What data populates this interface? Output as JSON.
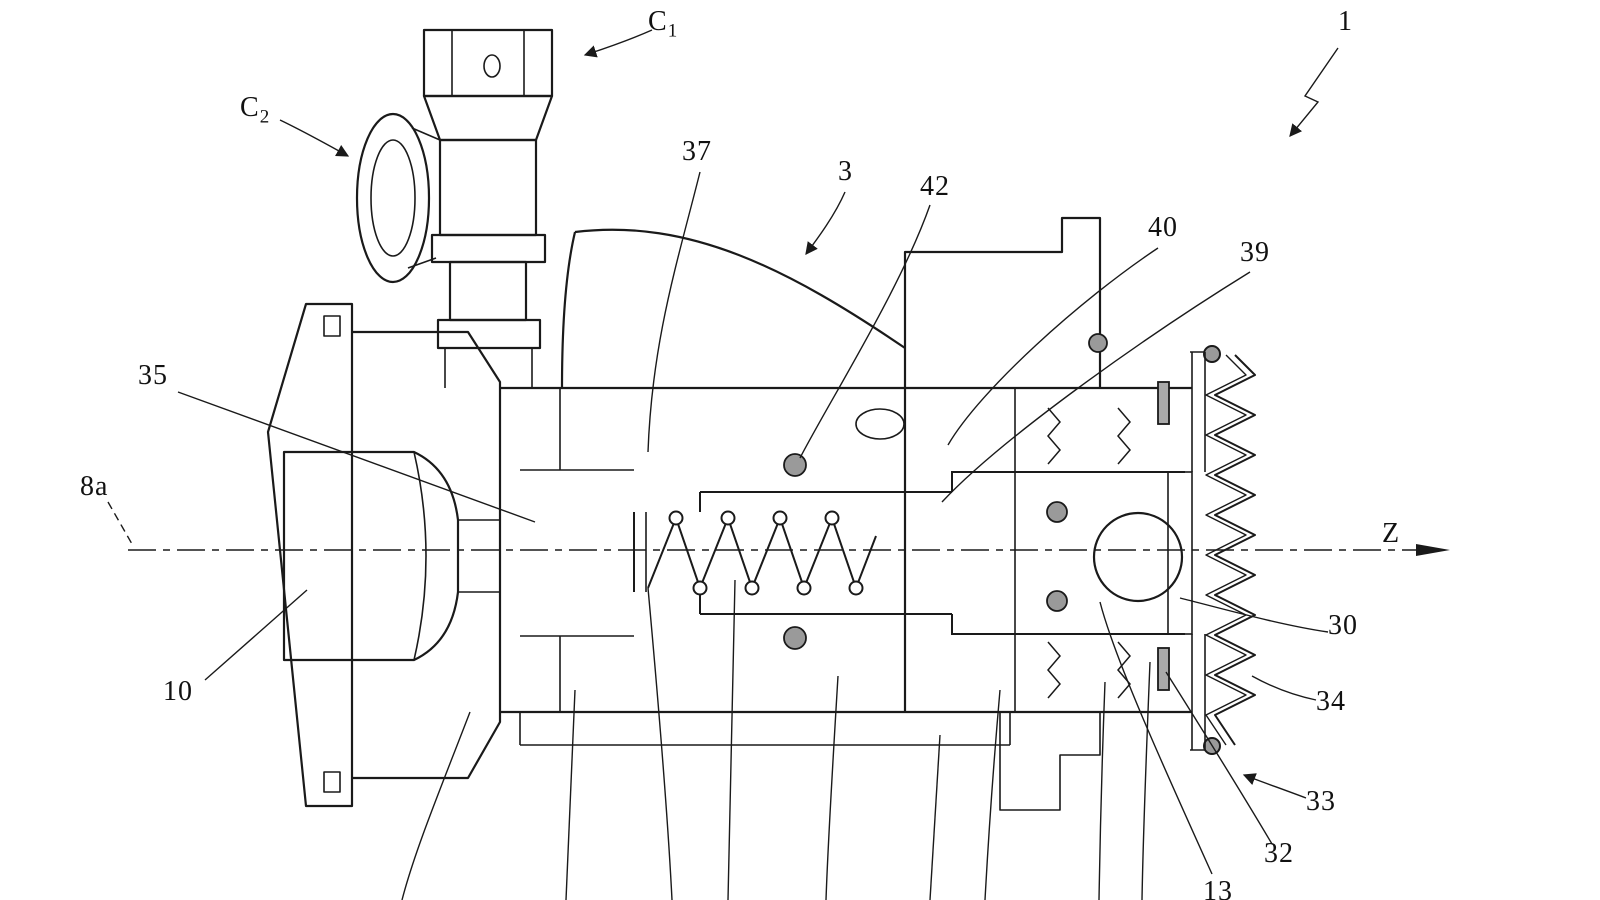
{
  "figure_labels": {
    "c1_base": "C",
    "c1_sub": "1",
    "c2_base": "C",
    "c2_sub": "2",
    "n1": "1",
    "n3": "3",
    "n37": "37",
    "n42": "42",
    "n40": "40",
    "n39": "39",
    "n35": "35",
    "n8a": "8a",
    "n10": "10",
    "axis_z": "Z",
    "n30": "30",
    "n34": "34",
    "n33": "33",
    "n32": "32",
    "n13": "13"
  },
  "style": {
    "line_color": "#1a1a1a",
    "background": "#ffffff"
  }
}
